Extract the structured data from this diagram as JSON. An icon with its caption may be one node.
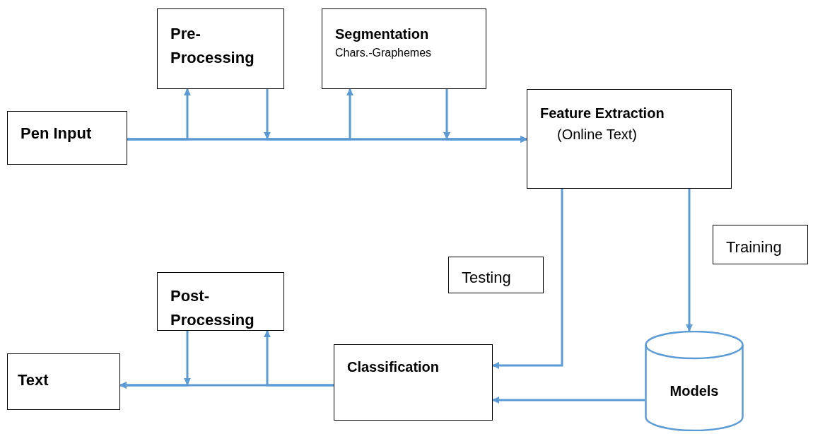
{
  "diagram": {
    "nodes": [
      {
        "text": [
          "Pen Input"
        ]
      },
      {
        "text": [
          "Pre-Processing"
        ]
      },
      {
        "text": [
          "Segmentation",
          "Chars.-Graphemes"
        ]
      },
      {
        "text": [
          "Feature Extraction",
          "(Online Text)"
        ]
      },
      {
        "text": [
          "Training"
        ]
      },
      {
        "text": [
          "Testing"
        ]
      },
      {
        "text": [
          "Post-Processing"
        ]
      },
      {
        "text": [
          "Text"
        ]
      },
      {
        "text": [
          "Classification"
        ]
      },
      {
        "text": [
          "Models"
        ]
      }
    ],
    "edges": [
      {
        "from": 0,
        "to": 3,
        "arrow": "to"
      },
      {
        "from": 0,
        "to": 1,
        "arrow": "to"
      },
      {
        "from": 1,
        "to": 3,
        "arrow": "to"
      },
      {
        "from": 0,
        "to": 2,
        "arrow": "to"
      },
      {
        "from": 2,
        "to": 3,
        "arrow": "to"
      },
      {
        "from": 3,
        "to": 8,
        "arrow": "to"
      },
      {
        "from": 3,
        "to": 9,
        "arrow": "to"
      },
      {
        "from": 9,
        "to": 8,
        "arrow": "to"
      },
      {
        "from": 8,
        "to": 7,
        "arrow": "to"
      },
      {
        "from": 8,
        "to": 6,
        "arrow": "to"
      },
      {
        "from": 6,
        "to": 7,
        "arrow": "to"
      }
    ]
  }
}
